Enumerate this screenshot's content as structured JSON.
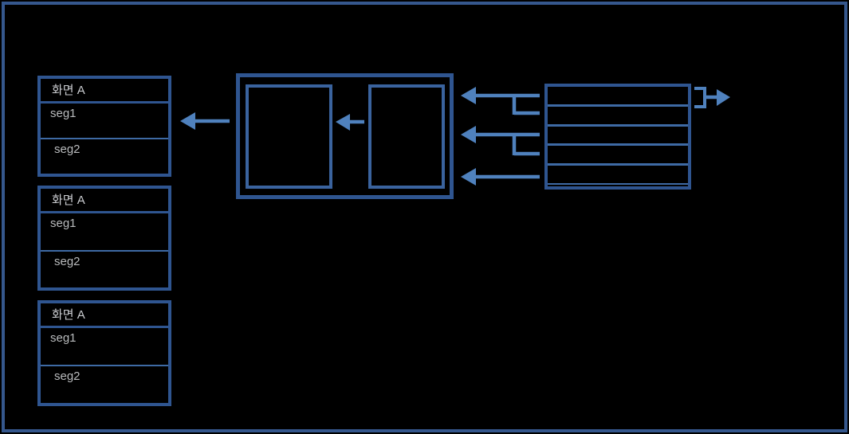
{
  "screens": [
    {
      "title": "화면 A",
      "rows": [
        "seg1",
        "seg2"
      ]
    },
    {
      "title": "화면 A",
      "rows": [
        "seg1",
        "seg2"
      ]
    },
    {
      "title": "화면 A",
      "rows": [
        "seg1",
        "seg2"
      ]
    }
  ],
  "buffer_table": {
    "row_count": 5
  },
  "arrows": [
    {
      "id": "container-to-screen-1",
      "direction": "left",
      "from": "process-container",
      "to": "screen-box-1"
    },
    {
      "id": "inner-right-to-inner-left",
      "direction": "left",
      "from": "inner-box-right",
      "to": "inner-box-left"
    },
    {
      "id": "buffer-rows-1-2-to-container",
      "direction": "left",
      "from": "buffer-table-rows-1-2",
      "to": "process-container"
    },
    {
      "id": "buffer-rows-3-4-to-container",
      "direction": "left",
      "from": "buffer-table-rows-3-4",
      "to": "process-container"
    },
    {
      "id": "buffer-row-5-to-container",
      "direction": "left",
      "from": "buffer-table-row-5",
      "to": "process-container"
    },
    {
      "id": "buffer-row-1-output",
      "direction": "right",
      "from": "buffer-table-row-1",
      "to": "outside"
    }
  ],
  "colors": {
    "background": "#000000",
    "frame_border": "#35578D",
    "box_border": "#2F5590",
    "inner_border": "#3A639E",
    "divider": "#3E6AA4",
    "arrow": "#4F81BD",
    "header_text": "#CBCDD1",
    "seg_text": "#B9BBBD"
  }
}
